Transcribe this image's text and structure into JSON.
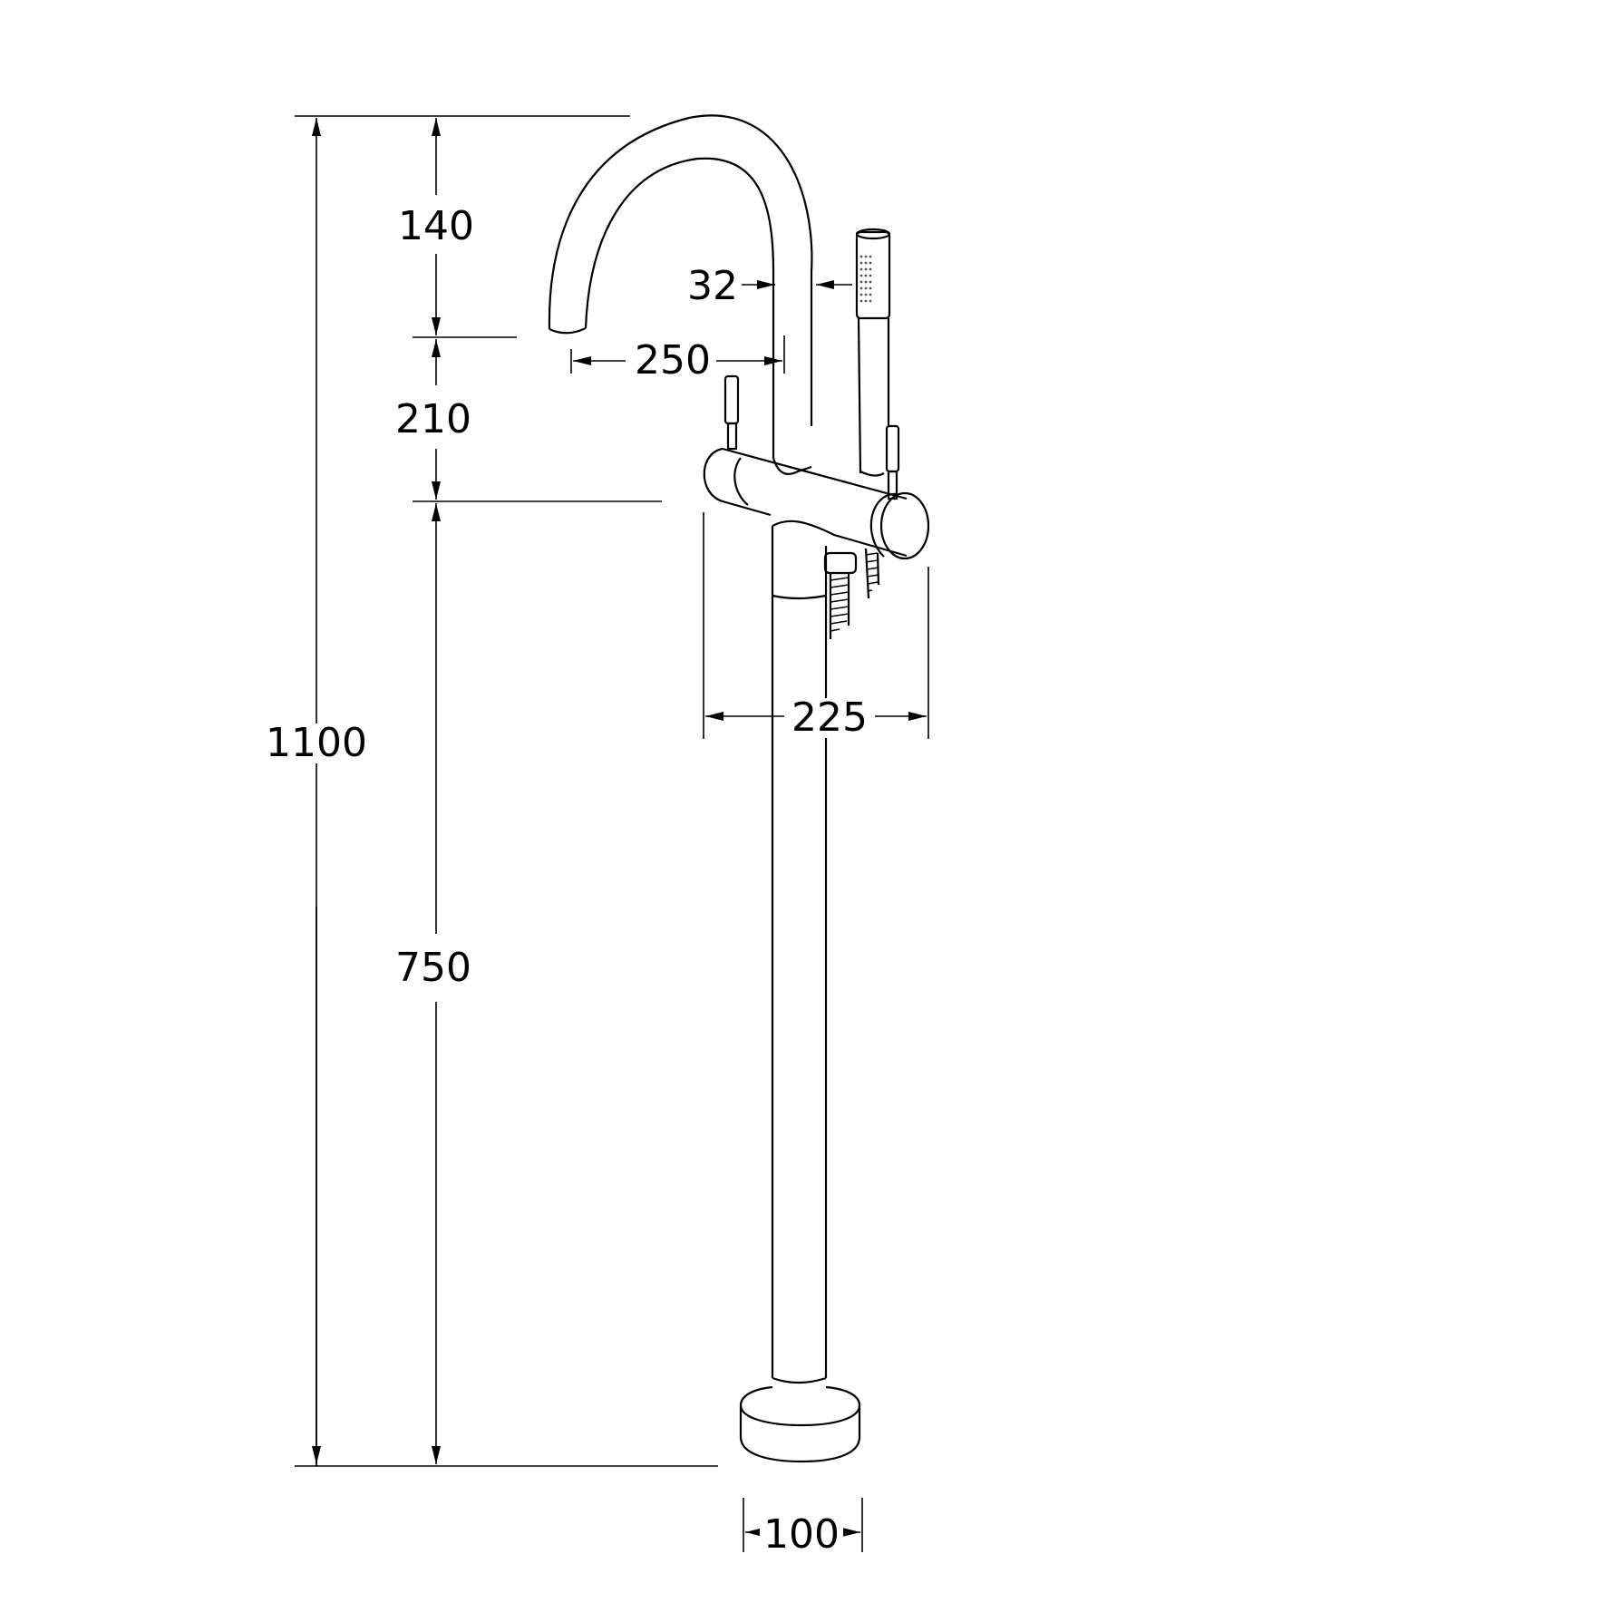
{
  "drawing": {
    "subject": "Freestanding bath mixer with hand shower",
    "units": "mm",
    "line_color": "#000000",
    "background": "#ffffff"
  },
  "dimensions": {
    "overall_height": {
      "label": "1100",
      "value": 1100
    },
    "spout_top_to_outlet": {
      "label": "140",
      "value": 140
    },
    "outlet_to_body": {
      "label": "210",
      "value": 210
    },
    "floor_to_body": {
      "label": "750",
      "value": 750
    },
    "pipe_diameter": {
      "label": "32",
      "value": 32
    },
    "spout_reach": {
      "label": "250",
      "value": 250
    },
    "body_width": {
      "label": "225",
      "value": 225
    },
    "base_diameter": {
      "label": "100",
      "value": 100
    }
  }
}
